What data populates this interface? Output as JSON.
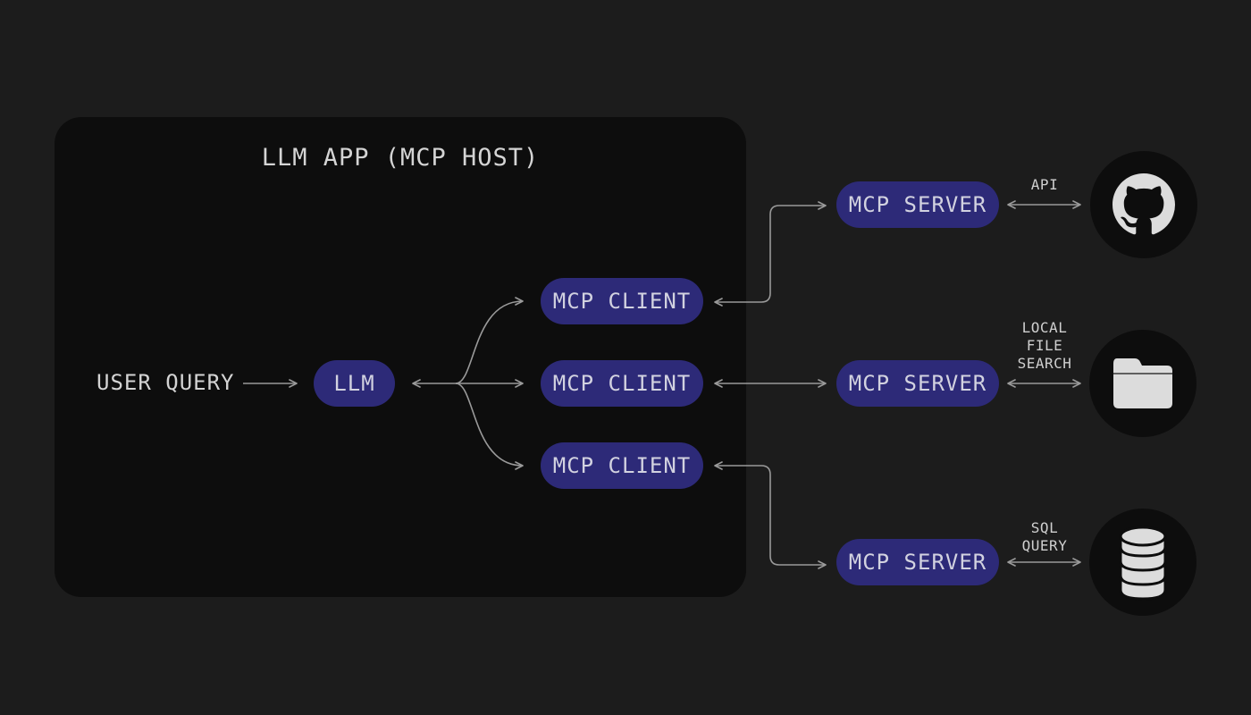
{
  "host": {
    "title": "LLM APP (MCP HOST)"
  },
  "user_query": "USER QUERY",
  "llm": "LLM",
  "clients": [
    {
      "label": "MCP CLIENT"
    },
    {
      "label": "MCP CLIENT"
    },
    {
      "label": "MCP CLIENT"
    }
  ],
  "servers": [
    {
      "label": "MCP SERVER",
      "edge_label": [
        "API"
      ],
      "resource_icon": "github-icon"
    },
    {
      "label": "MCP SERVER",
      "edge_label": [
        "LOCAL",
        "FILE",
        "SEARCH"
      ],
      "resource_icon": "folder-icon"
    },
    {
      "label": "MCP SERVER",
      "edge_label": [
        "SQL",
        "QUERY"
      ],
      "resource_icon": "database-icon"
    }
  ],
  "colors": {
    "background": "#1c1c1c",
    "host_box": "#0d0d0d",
    "pill": "#2d2a78",
    "wire": "#9a9a9a",
    "icon": "#dcdcdc"
  }
}
